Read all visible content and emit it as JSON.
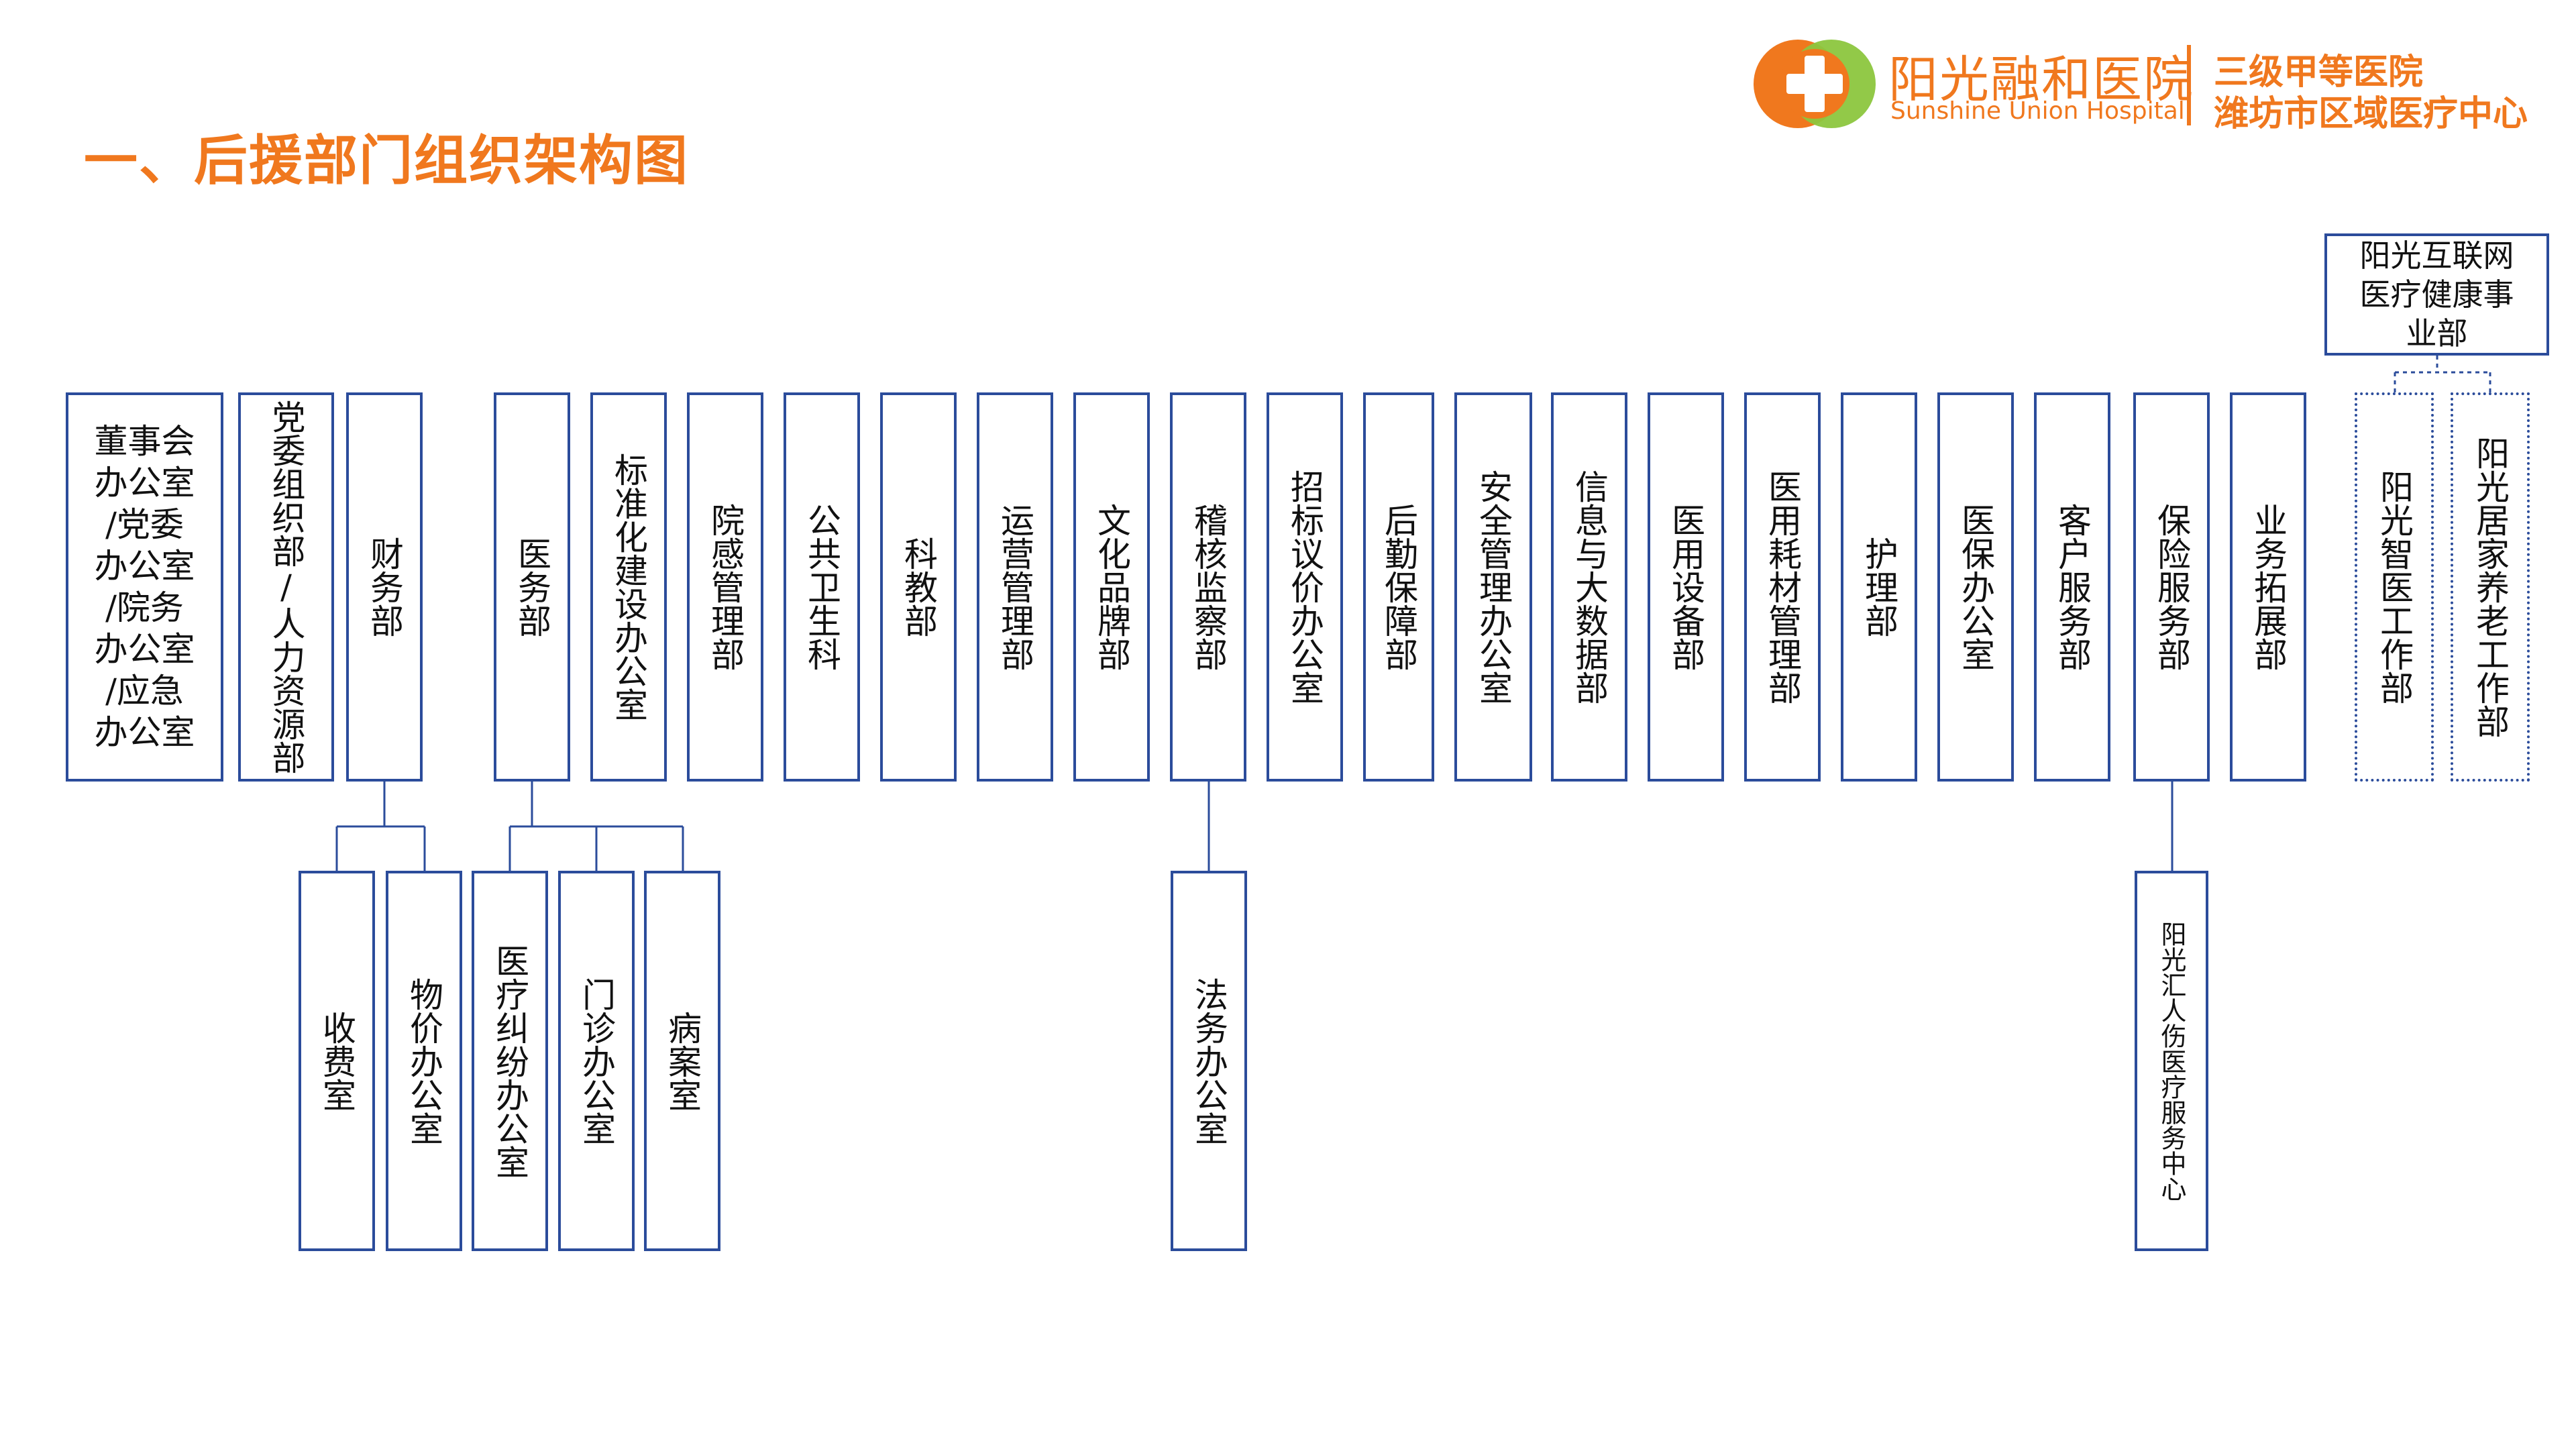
{
  "title": "一、后援部门组织架构图",
  "logo": {
    "name_cn": "阳光融和医院",
    "name_en": "Sunshine Union Hospital",
    "grade": "三级甲等医院",
    "region": "潍坊市区域医疗中心"
  },
  "colors": {
    "title": "#f0781e",
    "logo_orange": "#f0781e",
    "logo_green": "#8cc63e",
    "box_border": "#2b4c9b"
  },
  "departments": {
    "board_office": "董事会\n办公室\n/党委\n办公室\n/院务\n办公室\n/应急\n办公室",
    "party_hr": "党委组织部/人力资源部",
    "finance": "财务部",
    "medical_affairs": "医务部",
    "standardization": "标准化建设办公室",
    "infection_control": "院感管理部",
    "public_health": "公共卫生科",
    "science_education": "科教部",
    "operations": "运营管理部",
    "culture_brand": "文化品牌部",
    "audit_supervision": "稽核监察部",
    "bidding_pricing": "招标议价办公室",
    "logistics": "后勤保障部",
    "safety": "安全管理办公室",
    "info_bigdata": "信息与大数据部",
    "equipment": "医用设备部",
    "consumables": "医用耗材管理部",
    "nursing": "护理部",
    "insurance_office": "医保办公室",
    "customer_service": "客户服务部",
    "insurance_service": "保险服务部",
    "business_expansion": "业务拓展部",
    "internet_health": "阳光互联网\n医疗健康事\n业部",
    "smart_medical": "阳光智医工作部",
    "home_care": "阳光居家养老工作部"
  },
  "sub_departments": {
    "cashier": "收费室",
    "pricing": "物价办公室",
    "dispute": "医疗纠纷办公室",
    "outpatient": "门诊办公室",
    "records": "病案室",
    "legal": "法务办公室",
    "injury_center": "阳光汇人伤医疗服务中心"
  }
}
